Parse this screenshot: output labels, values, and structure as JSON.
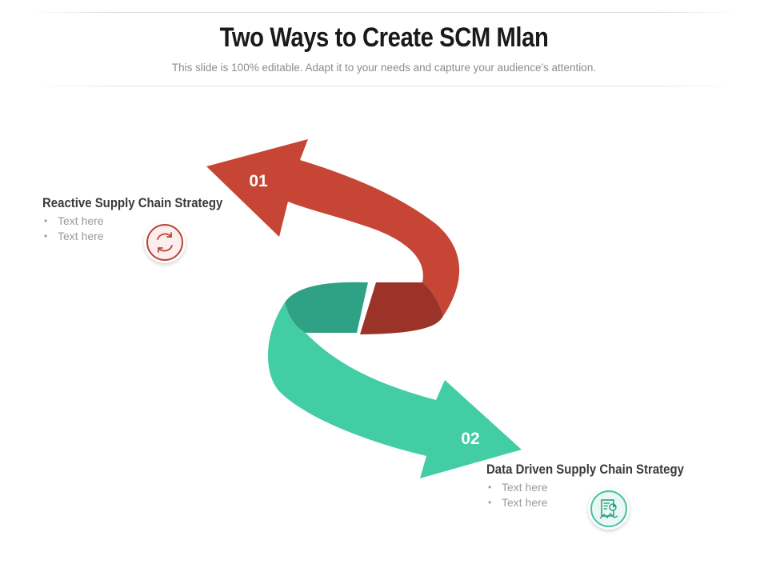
{
  "header": {
    "title": "Two Ways to Create SCM Mlan",
    "subtitle": "This slide is 100% editable. Adapt it to your needs and capture your audience's attention."
  },
  "colors": {
    "red": "#c64534",
    "red_dark": "#9b3328",
    "green": "#43cda5",
    "green_dark": "#2fa285"
  },
  "steps": [
    {
      "number": "01",
      "heading": "Reactive Supply Chain Strategy",
      "bullets": [
        "Text here",
        "Text here"
      ],
      "icon": "refresh-cycle-icon"
    },
    {
      "number": "02",
      "heading": "Data Driven Supply Chain Strategy",
      "bullets": [
        "Text here",
        "Text here"
      ],
      "icon": "report-chart-icon"
    }
  ]
}
